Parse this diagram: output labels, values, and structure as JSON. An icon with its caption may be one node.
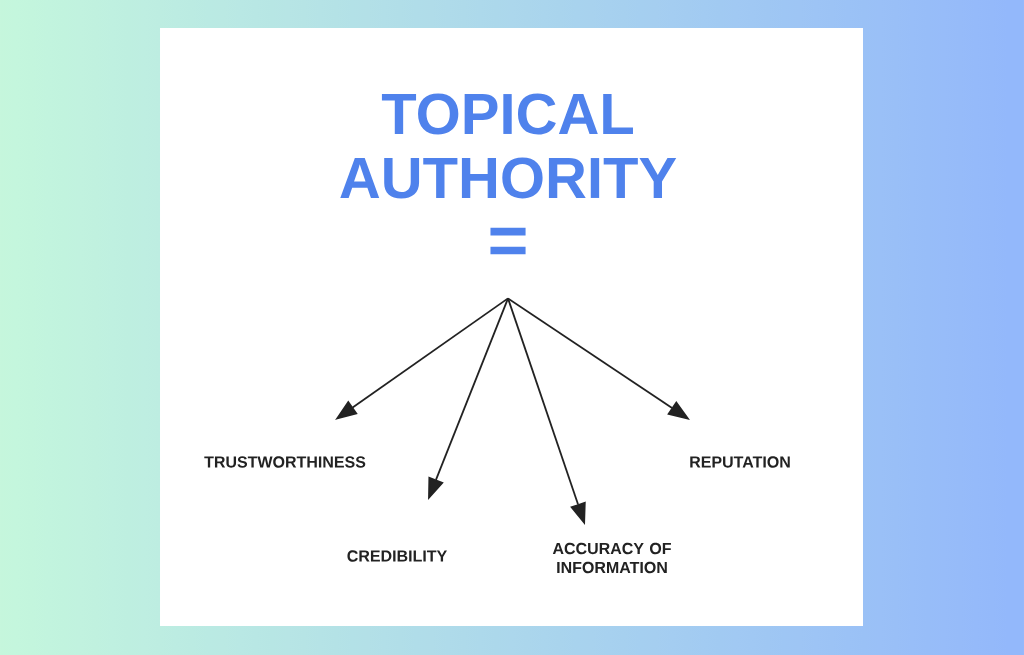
{
  "diagram": {
    "title": "TOPICAL AUTHORITY",
    "nodes": [
      {
        "text": [
          "="
        ]
      },
      {
        "text": [
          "TRUSTWORTHINESS"
        ]
      },
      {
        "text": [
          "CREDIBILITY"
        ]
      },
      {
        "text": [
          "ACCURACY OF INFORMATION"
        ]
      },
      {
        "text": [
          "REPUTATION"
        ]
      }
    ],
    "edges": [
      {
        "from": 0,
        "to": 1,
        "arrow": "to"
      },
      {
        "from": 0,
        "to": 2,
        "arrow": "to"
      },
      {
        "from": 0,
        "to": 3,
        "arrow": "to"
      },
      {
        "from": 0,
        "to": 4,
        "arrow": "to"
      }
    ]
  }
}
